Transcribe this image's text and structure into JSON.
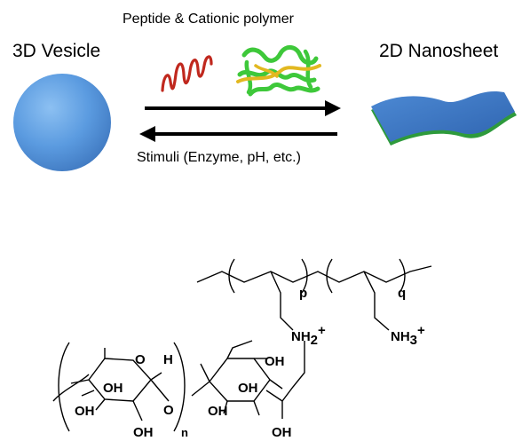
{
  "top": {
    "left_label": "3D Vesicle",
    "right_label": "2D Nanosheet",
    "top_label": "Peptide & Cationic polymer",
    "bottom_label": "Stimuli (Enzyme, pH, etc.)"
  },
  "structure": {
    "sub_p": "p",
    "sub_q": "q",
    "sub_n": "n",
    "nh2": "NH",
    "nh2_sub": "2",
    "nh2_sup": "+",
    "nh3": "NH",
    "nh3_sub": "3",
    "nh3_sup": "+",
    "h": "H",
    "oh": "OH",
    "o": "O"
  },
  "colors": {
    "sphere": "#5b9be0",
    "sheet_top": "#3f78c4",
    "sheet_edge": "#2e9a3c",
    "helix": "#c0281e",
    "polymer_green": "#3ec83a",
    "polymer_yellow": "#e2b820"
  }
}
